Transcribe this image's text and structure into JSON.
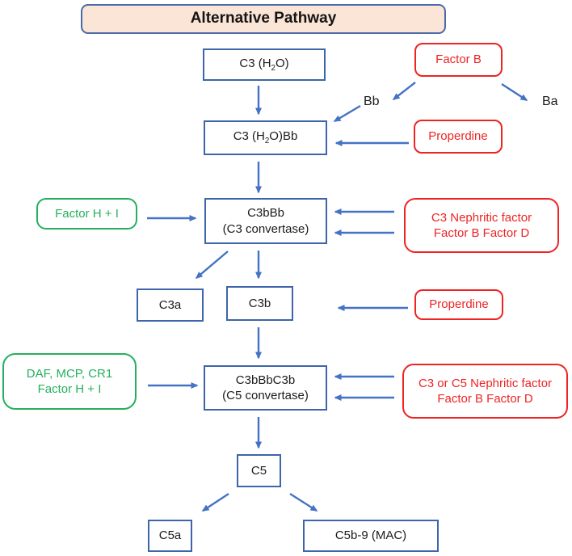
{
  "title": "Alternative Pathway",
  "colors": {
    "blue_box_border": "#3e64ab",
    "arrow_blue": "#4472c4",
    "red_accent": "#ee2423",
    "green_accent": "#24b05e",
    "title_fill": "#fbe5d6"
  },
  "nodes": {
    "c3h2o": {
      "prefix": "C3 (H",
      "sub": "2",
      "suffix": "O)"
    },
    "factor_b": {
      "label": "Factor B"
    },
    "bb": {
      "label": "Bb"
    },
    "ba": {
      "label": "Ba"
    },
    "properdine1": {
      "label": "Properdine"
    },
    "c3h2obb": {
      "prefix": "C3 (H",
      "sub": "2",
      "suffix": "O)Bb"
    },
    "factor_hi": {
      "label": "Factor H + I"
    },
    "c3_convertase": {
      "line1": "C3bBb",
      "line2": "(C3 convertase)"
    },
    "nephritic1": {
      "line1": "C3 Nephritic factor",
      "line2": "Factor B Factor D"
    },
    "c3a": {
      "label": "C3a"
    },
    "c3b": {
      "label": "C3b"
    },
    "properdine2": {
      "label": "Properdine"
    },
    "daf_mcp_cr1": {
      "line1": "DAF, MCP, CR1",
      "line2": "Factor H + I"
    },
    "c5_convertase": {
      "line1": "C3bBbC3b",
      "line2": "(C5 convertase)"
    },
    "nephritic2": {
      "line1": "C3 or C5 Nephritic factor",
      "line2": "Factor B Factor D"
    },
    "c5": {
      "label": "C5"
    },
    "c5a": {
      "label": "C5a"
    },
    "c5b9": {
      "label": "C5b-9 (MAC)"
    }
  }
}
